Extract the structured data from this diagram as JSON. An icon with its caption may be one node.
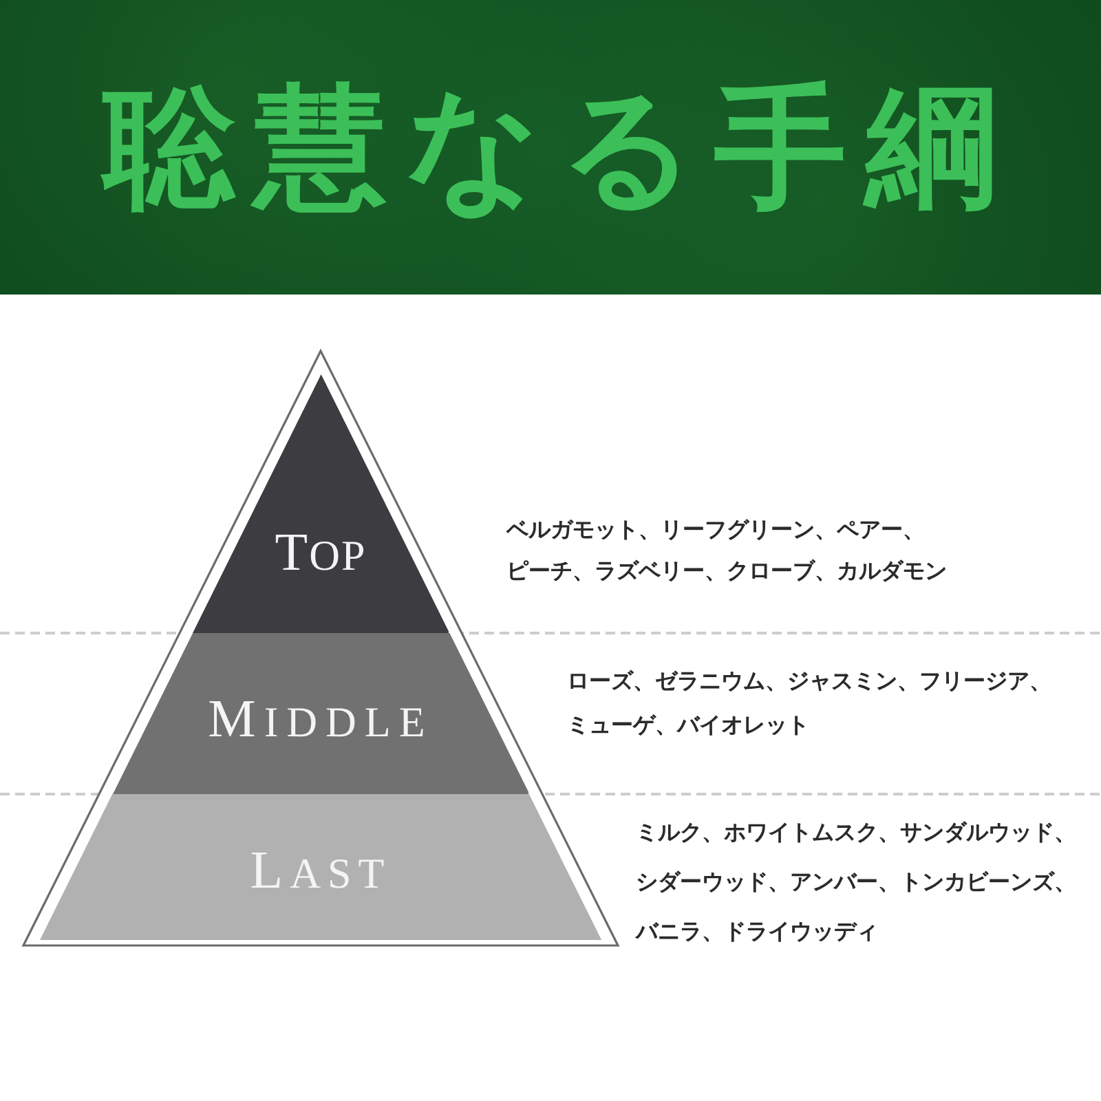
{
  "diagram": {
    "title": "聡慧なる手綱",
    "nodes": [
      {
        "text": [
          "TOP"
        ],
        "beside": [
          "ベルガモット、リーフグリーン、ペアー、ピーチ、ラズベリー、クローブ、カルダモン"
        ]
      },
      {
        "text": [
          "MIDDLE"
        ],
        "beside": [
          "ローズ、ゼラニウム、ジャスミン、フリージア、ミューゲ、バイオレット"
        ]
      },
      {
        "text": [
          "LAST"
        ],
        "beside": [
          "ミルク、ホワイトムスク、サンダルウッド、シダーウッド、アンバー、トンカビーンズ、バニラ、ドライウッディ"
        ]
      }
    ]
  }
}
